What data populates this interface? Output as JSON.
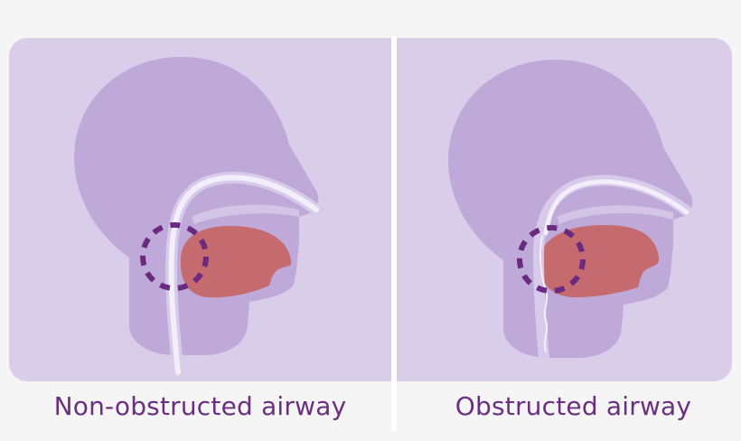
{
  "colors": {
    "background": "#f5f5f5",
    "panel": "#dacdea",
    "head": "#bea9d8",
    "tongue": "#c56a6f",
    "airway": "#f3effa",
    "airway_edge": "#d9cdec",
    "dashed_circle": "#6a2a80",
    "caption": "#6b2f80",
    "divider": "#ffffff"
  },
  "panels": [
    {
      "id": "left",
      "caption": "Non-obstructed airway",
      "state": "non-obstructed",
      "elements": [
        "head-silhouette",
        "tongue",
        "airway-tube",
        "dashed-highlight-circle"
      ]
    },
    {
      "id": "right",
      "caption": "Obstructed airway",
      "state": "obstructed",
      "elements": [
        "head-silhouette",
        "tongue",
        "airway-tube-collapsed",
        "dashed-highlight-circle"
      ]
    }
  ]
}
